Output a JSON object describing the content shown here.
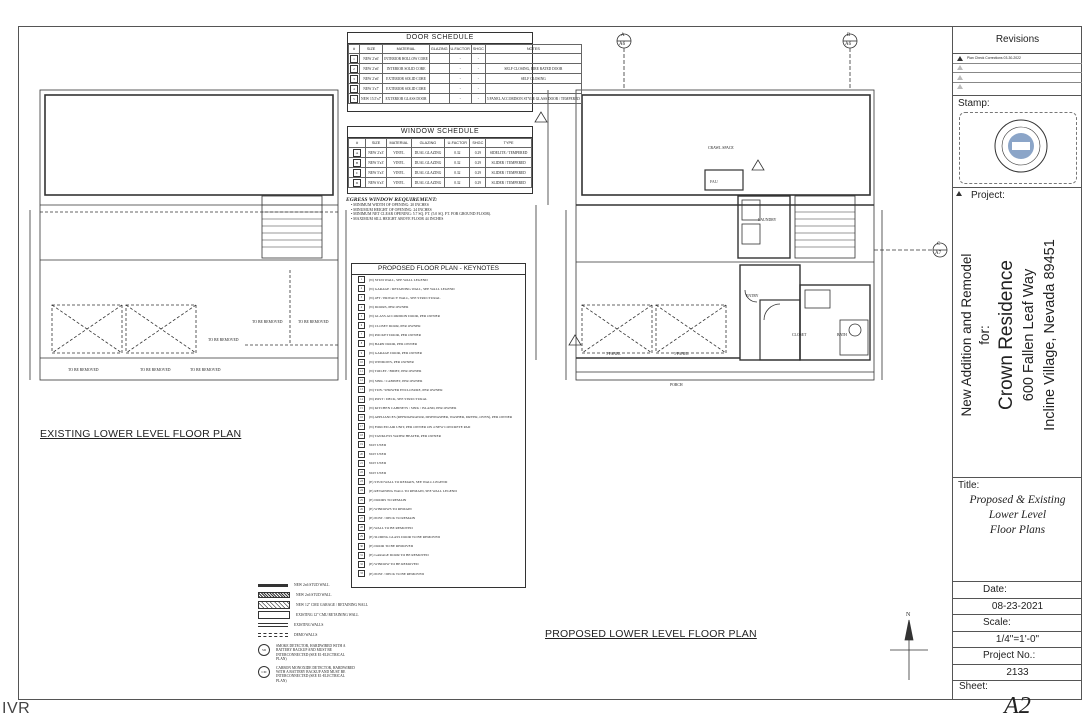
{
  "door_schedule": {
    "title": "DOOR SCHEDULE",
    "columns": [
      "#",
      "SIZE",
      "MATERIAL",
      "GLAZING",
      "U-FACTOR",
      "SHGC",
      "NOTES"
    ],
    "rows": [
      {
        "n": "1",
        "size": "NEW 2'x6'",
        "material": "INTERIOR HOLLOW CORE",
        "glazing": "",
        "u": "-",
        "shgc": "-",
        "notes": ""
      },
      {
        "n": "2",
        "size": "NEW 2'x6'",
        "material": "INTERIOR SOLID CORE",
        "glazing": "",
        "u": "-",
        "shgc": "-",
        "notes": "SELF CLOSING, FIRE RATED DOOR"
      },
      {
        "n": "3",
        "size": "NEW 2'x6'",
        "material": "EXTERIOR SOLID CORE",
        "glazing": "",
        "u": "-",
        "shgc": "-",
        "notes": "SELF CLOSING"
      },
      {
        "n": "4",
        "size": "NEW 3'x7'",
        "material": "EXTERIOR SOLID CORE",
        "glazing": "",
        "u": "-",
        "shgc": "-",
        "notes": ""
      },
      {
        "n": "5",
        "size": "NEW 15.5'x7'",
        "material": "EXTERIOR GLASS DOOR",
        "glazing": "",
        "u": "-",
        "shgc": "-",
        "notes": "5 PANEL ACCORDION STYLE GLASS DOOR / TEMPERED"
      }
    ]
  },
  "window_schedule": {
    "title": "WINDOW SCHEDULE",
    "columns": [
      "#",
      "SIZE",
      "MATERIAL",
      "GLAZING",
      "U-FACTOR",
      "SHGC",
      "TYPE"
    ],
    "rows": [
      {
        "n": "A",
        "size": "NEW 2'x3'",
        "material": "VINYL",
        "glazing": "DUAL GLAZING",
        "u": "0.32",
        "shgc": "0.29",
        "type": "SIDELITE / TEMPERED"
      },
      {
        "n": "B",
        "size": "NEW 5'x3'",
        "material": "VINYL",
        "glazing": "DUAL GLAZING",
        "u": "0.32",
        "shgc": "0.29",
        "type": "SLIDER / TEMPERED"
      },
      {
        "n": "C",
        "size": "NEW 5'x3'",
        "material": "VINYL",
        "glazing": "DUAL GLAZING",
        "u": "0.32",
        "shgc": "0.29",
        "type": "SLIDER / TEMPERED"
      },
      {
        "n": "D",
        "size": "NEW 6'x3'",
        "material": "VINYL",
        "glazing": "DUAL GLAZING",
        "u": "0.32",
        "shgc": "0.29",
        "type": "SLIDER / TEMPERED"
      }
    ]
  },
  "egress": {
    "title": "EGRESS WINDOW REQUIREMENT:",
    "items": [
      "MINIMUM WIDTH OF OPENING: 20 INCHES",
      "MINUMUM HEIGHT OF OPENING: 24 INCHES",
      "MINIMUM NET CLEAR OPENING: 5.7 SQ. FT. (5.0 SQ. FT. FOR GROUND FLOOR).",
      "MAXIMUM SILL HEIGHT ABOVE FLOOR 44 INCHES"
    ]
  },
  "keynotes": {
    "title": "PROPOSED FLOOR PLAN - KEYNOTES",
    "items": [
      "(N) STUD WALL, SEE WALL LEGEND",
      "(N) GARAGE / RETAINING WALL, SEE WALL LEGEND",
      "(N) 4FT / PRIVACY WALL, SEE STRUCTURAL",
      "(N) DOORS, PER OWNER",
      "(N) GLASS ACCORDION DOOR, PER OWNER",
      "(N) CLOSET DOOR, PER OWNER",
      "(N) POCKET DOOR, PER OWNER",
      "(N) BARN DOOR, PER OWNER",
      "(N) GARAGE DOOR, PER OWNER",
      "(N) WINDOWS, PER OWNER",
      "(N) TOILET / BIDET, PER OWNER",
      "(N) SINK / CABINET, PER OWNER",
      "(N) TUB / SHOWER ENCLOSURE, PER OWNER",
      "(N) POST / DECK, SEE STRUCTURAL",
      "(N) KITCHEN CABINETS / SINK / ISLAND, PER OWNER",
      "(N) APPLIANCES (REFRIGERATOR, DISHWASHER, WASHER, DRYER, OVEN), PER OWNER",
      "(N) FORCED AIR UNIT, PER OWNER ON 4 NEW CONCRETE PAD",
      "(N) TANKLESS WATER HEATER, PER OWNER",
      "NOT USED",
      "NOT USED",
      "NOT USED",
      "NOT USED",
      "(E) STUD WALL TO REMAIN, SEE WALL LEGEND",
      "(E) RETAINING WALL TO REMAIN, SEE WALL LEGEND",
      "(E) DOORS TO REMAIN",
      "(E) WINDOWS TO REMAIN",
      "(E) POST / DECK TO REMAIN",
      "(E) WALL TO BE REMOVED",
      "(E) SLIDING GLASS DOOR TO BE REMOVED",
      "(E) DOOR TO BE REMOVED",
      "(E) GARAGE DOOR TO BE REMOVED",
      "(E) WINDOW TO BE REMOVED",
      "(E) POST / DECK TO BE REMOVED"
    ]
  },
  "legend": {
    "items": [
      "NEW 2x6 STUD WALL",
      "NEW 2x6 STUD WALL",
      "NEW 12\" CMU GARAGE / RETAINING WALL",
      "EXISTING 12\" CMU RETAINING WALL",
      "EXISTING WALLS",
      "DEMO WALLS"
    ],
    "smoke_code": "SD",
    "smoke_note": "SMOKE DETECTOR, HARDWIRED WITH A BATTERY BACKUP AND MUST BE INTERCONNECTED (SEE E1-ELECTRICAL PLAN)",
    "co_code": "CM",
    "co_note": "CARBON MONOXIDE DETECTOR, HARDWIRED WITH A BATTERY BACKUP AND MUST BE INTERCONNECTED (SEE E1-ELECTRICAL PLAN)"
  },
  "existing_plan": {
    "title": "EXISTING LOWER LEVEL FLOOR PLAN",
    "remove_label": "TO BE REMOVED"
  },
  "proposed_plan": {
    "title": "PROPOSED LOWER LEVEL FLOOR PLAN",
    "rooms": {
      "crawl": "CRAWL SPACE",
      "entry": "ENTRY",
      "laundry": "LAUNDRY",
      "closet": "CLOSET",
      "bath": "BATH",
      "porch": "PORCH",
      "panel": "5 PANEL"
    },
    "section_marks": [
      {
        "letter": "A",
        "sheet": "A6"
      },
      {
        "letter": "B",
        "sheet": "A6"
      },
      {
        "letter": "C",
        "sheet": "A7"
      }
    ],
    "north": "N"
  },
  "title_block": {
    "revisions_label": "Revisions",
    "revision_rows": [
      "Plan Check Corrections 03-30-2022",
      "",
      "",
      ""
    ],
    "stamp_label": "Stamp:",
    "project_label": "Project:",
    "project_lines": [
      "New Addition and Remodel",
      "for:",
      "Crown Residence",
      "600 Fallen Leaf Way",
      "Incline Village, Nevada 89451"
    ],
    "title_label": "Title:",
    "title_lines": [
      "Proposed & Existing",
      "Lower Level",
      "Floor Plans"
    ],
    "date_label": "Date:",
    "date": "08-23-2021",
    "scale_label": "Scale:",
    "scale": "1/4\"=1'-0\"",
    "projno_label": "Project No.:",
    "projno": "2133",
    "sheet_label": "Sheet:",
    "sheet": "A2"
  },
  "watermark": "IVR"
}
